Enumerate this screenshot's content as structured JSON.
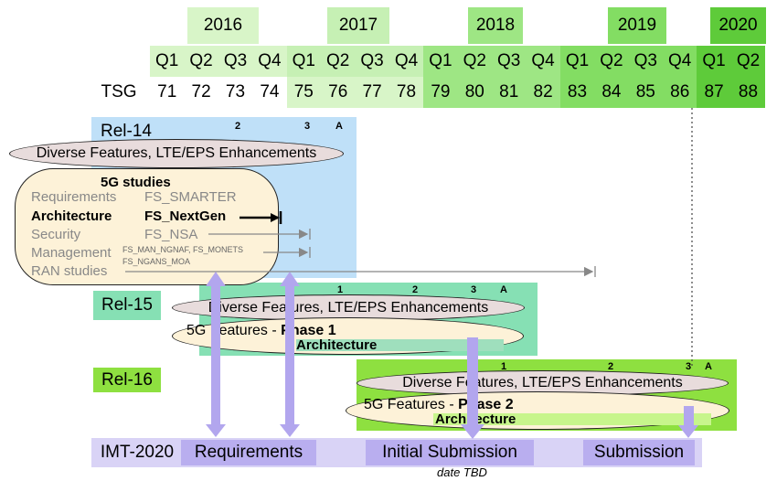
{
  "header": {
    "years": [
      "2016",
      "2017",
      "2018",
      "2019",
      "2020"
    ],
    "quarters": [
      "Q1",
      "Q2",
      "Q3",
      "Q4",
      "Q1",
      "Q2",
      "Q3",
      "Q4",
      "Q1",
      "Q2",
      "Q3",
      "Q4",
      "Q1",
      "Q2",
      "Q3",
      "Q4",
      "Q1",
      "Q2"
    ],
    "tsg_label": "TSG",
    "tsg_numbers": [
      "71",
      "72",
      "73",
      "74",
      "75",
      "76",
      "77",
      "78",
      "79",
      "80",
      "81",
      "82",
      "83",
      "84",
      "85",
      "86",
      "87",
      "88"
    ]
  },
  "colors": {
    "year_2016": "#d8f5c8",
    "year_2017": "#c6f0b4",
    "year_2018": "#9ee684",
    "year_2019": "#83dd63",
    "year_2020": "#5ecb3a",
    "rel14": "#bfe0f8",
    "rel15": "#86e0b4",
    "rel16": "#8ee040",
    "imt": "#cbc3f3",
    "arrow": "#b2a6ee",
    "study_bubble": "#fdf2d8"
  },
  "rel14": {
    "label": "Rel-14",
    "marks": [
      "2",
      "3",
      "A"
    ],
    "diverse": "Diverse Features, LTE/EPS Enhancements",
    "studies": {
      "title": "5G studies",
      "rows": [
        {
          "left": "Requirements",
          "right": "FS_SMARTER"
        },
        {
          "left": "Architecture",
          "right": "FS_NextGen"
        },
        {
          "left": "Security",
          "right": "FS_NSA"
        },
        {
          "left": "Management",
          "right": "FS_MAN_NGNAF, FS_MONETS"
        },
        {
          "left": "RAN studies",
          "right": ""
        }
      ],
      "management_extra": "FS_NGANS_MOA"
    }
  },
  "rel15": {
    "label": "Rel-15",
    "marks": [
      "1",
      "2",
      "3",
      "A"
    ],
    "diverse": "Diverse Features, LTE/EPS Enhancements",
    "features_prefix": "5G Features - ",
    "features_phase": "Phase 1",
    "architecture": "Architecture"
  },
  "rel16": {
    "label": "Rel-16",
    "marks": [
      "1",
      "2",
      "3",
      "A"
    ],
    "diverse": "Diverse Features, LTE/EPS Enhancements",
    "features_prefix": "5G Features - ",
    "features_phase": "Phase 2",
    "architecture": "Architecture"
  },
  "imt": {
    "label": "IMT-2020",
    "items": [
      "Requirements",
      "Initial Submission",
      "Submission"
    ],
    "note": "date TBD"
  }
}
